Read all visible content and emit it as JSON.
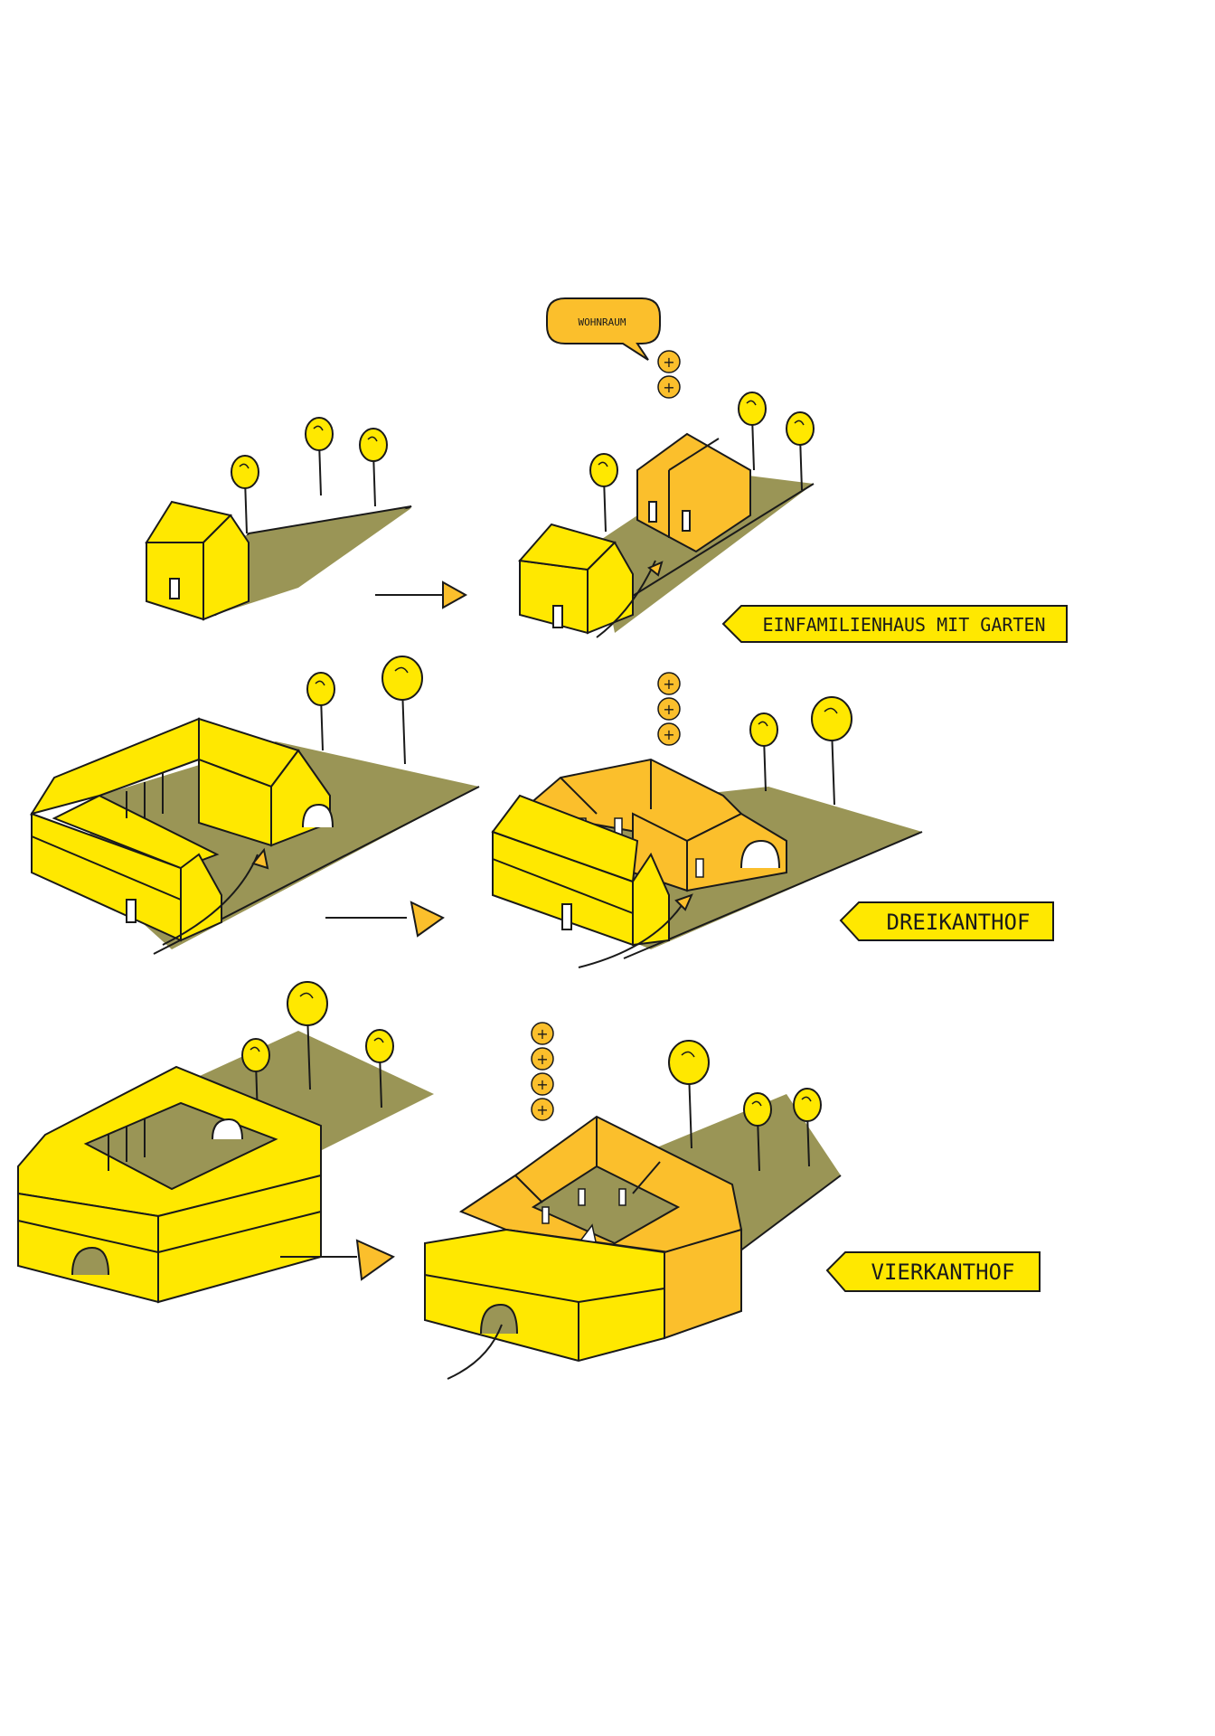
{
  "colors": {
    "yellow": "#FFE800",
    "orange": "#FBBF2C",
    "ground": "#9A9556",
    "ink": "#1A1A1A",
    "paper": "#FFFFFF"
  },
  "speech_bubble": {
    "text": "WOHNRAUM"
  },
  "labels": {
    "row1": "EINFAMILIENHAUS MIT GARTEN",
    "row2": "DREIKANTHOF",
    "row3": "VIERKANTHOF"
  },
  "plus_markers": {
    "row1": [
      "+",
      "+"
    ],
    "row2": [
      "+",
      "+",
      "+"
    ],
    "row3": [
      "+",
      "+",
      "+",
      "+"
    ]
  },
  "icons": [
    "tree-icon",
    "arrow-right-icon",
    "path-arrow-icon",
    "door-icon",
    "speech-bubble-icon"
  ]
}
